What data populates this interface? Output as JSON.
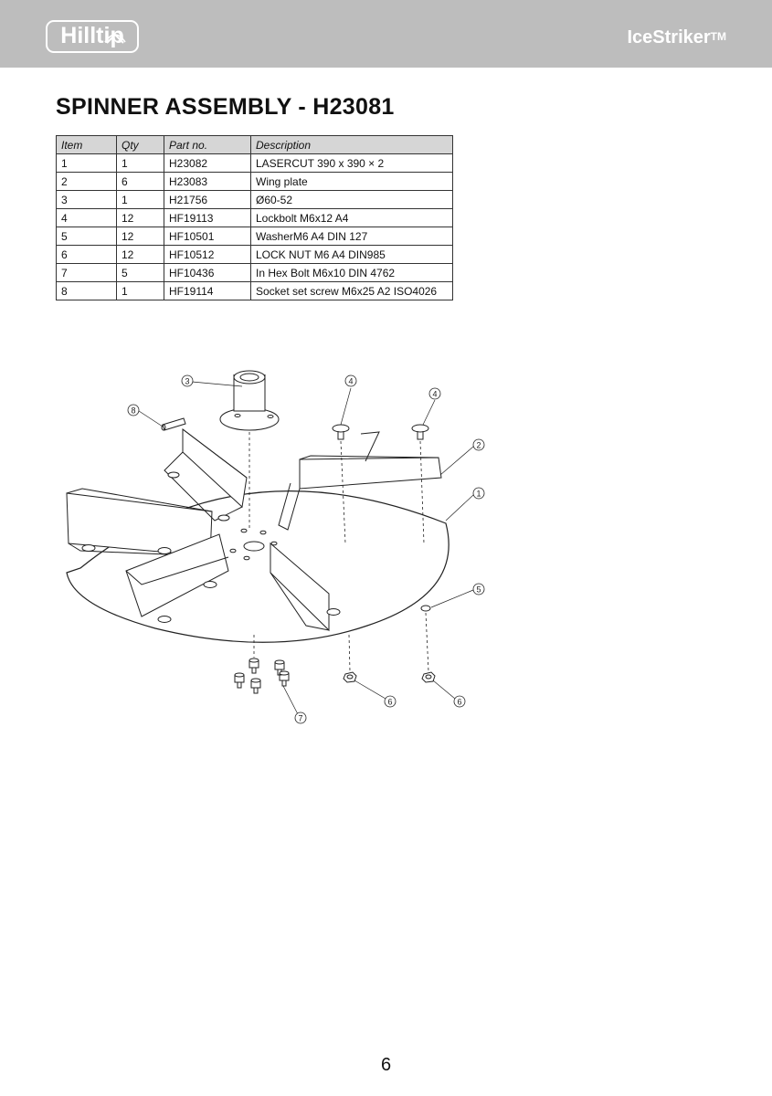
{
  "header": {
    "brand": "Hilltip",
    "product": "IceStriker",
    "trademark": "TM"
  },
  "page_title": "SPINNER ASSEMBLY - H23081",
  "parts_table": {
    "columns": [
      "Item",
      "Qty",
      "Part no.",
      "Description"
    ],
    "rows": [
      [
        "1",
        "1",
        "H23082",
        "LASERCUT 390 x 390 × 2"
      ],
      [
        "2",
        "6",
        "H23083",
        "Wing plate"
      ],
      [
        "3",
        "1",
        "H21756",
        "Ø60-52"
      ],
      [
        "4",
        "12",
        "HF19113",
        "Lockbolt M6x12 A4"
      ],
      [
        "5",
        "12",
        "HF10501",
        "WasherM6 A4 DIN 127"
      ],
      [
        "6",
        "12",
        "HF10512",
        "LOCK NUT M6 A4 DIN985"
      ],
      [
        "7",
        "5",
        "HF10436",
        "In Hex Bolt M6x10 DIN 4762"
      ],
      [
        "8",
        "1",
        "HF19114",
        "Socket set screw M6x25 A2 ISO4026"
      ]
    ]
  },
  "drawing_callouts": [
    "3",
    "8",
    "4",
    "4",
    "2",
    "1",
    "5",
    "6",
    "6",
    "7"
  ],
  "page_number": "6"
}
